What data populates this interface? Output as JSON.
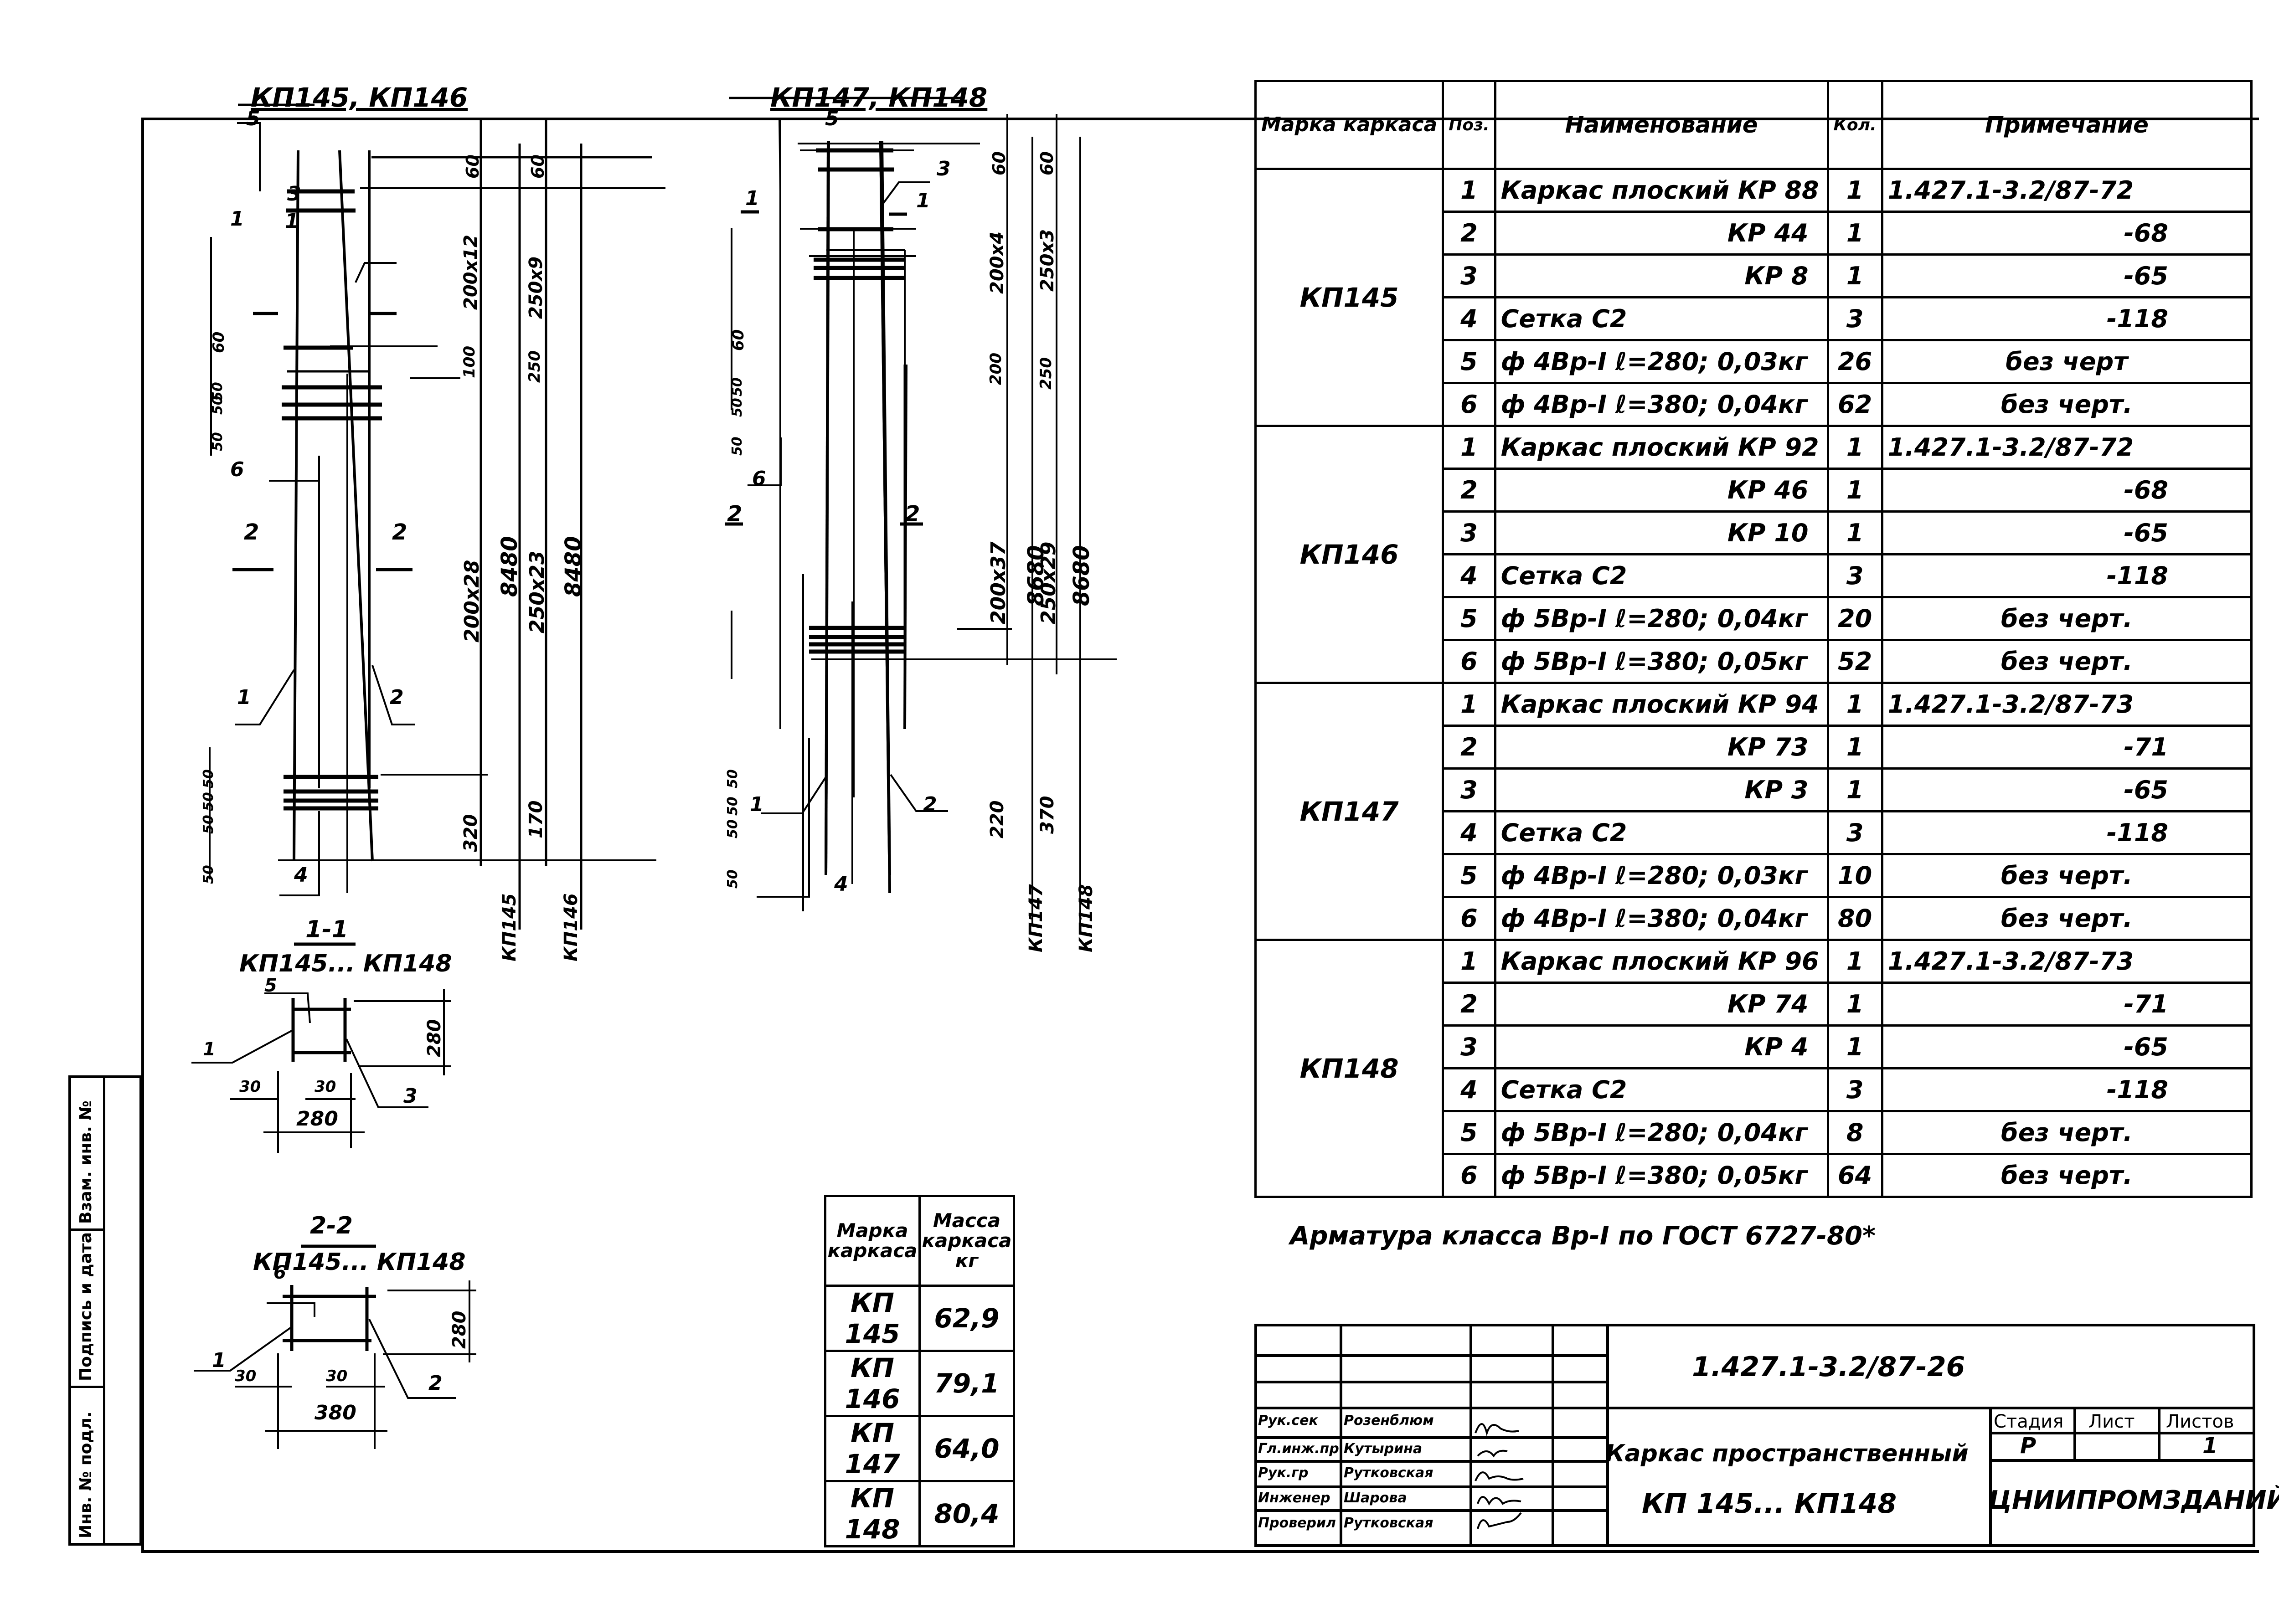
{
  "drawing_titles": {
    "left_elevation": "КП145, КП146",
    "right_elevation": "КП147, КП148",
    "section_1_title": "1-1",
    "section_1_sub": "КП145... КП148",
    "section_2_title": "2-2",
    "section_2_sub": "КП145... КП148"
  },
  "left_elevation": {
    "callouts": [
      "5",
      "3",
      "1",
      "1",
      "6",
      "2",
      "2",
      "1",
      "2",
      "4"
    ],
    "dims_top": [
      "60",
      "60"
    ],
    "dims_col1": [
      "200x12",
      "100",
      "200x28",
      "320"
    ],
    "dims_col2": [
      "8480"
    ],
    "dims_col3": [
      "250x9",
      "250",
      "250x23",
      "170"
    ],
    "dims_col4": [
      "8480"
    ],
    "dims_left_top": [
      "60",
      "50",
      "50",
      "50"
    ],
    "dims_left_bottom": [
      "50",
      "50",
      "50",
      "50"
    ],
    "bottom_labels": [
      "КП145",
      "КП146"
    ]
  },
  "right_elevation": {
    "callouts": [
      "5",
      "3",
      "1",
      "1",
      "6",
      "2",
      "2",
      "1",
      "2",
      "4"
    ],
    "dims_top": [
      "60",
      "60"
    ],
    "dims_col1": [
      "200x4",
      "200",
      "200x37",
      "220"
    ],
    "dims_col2": [
      "8680"
    ],
    "dims_col3": [
      "250x3",
      "250",
      "250x29",
      "370"
    ],
    "dims_col4": [
      "8680"
    ],
    "dims_left_top": [
      "60",
      "50",
      "50",
      "50"
    ],
    "dims_left_bottom": [
      "50",
      "50",
      "50",
      "50"
    ],
    "bottom_labels": [
      "КП147",
      "КП148"
    ]
  },
  "section_1": {
    "callouts": [
      "5",
      "1",
      "3"
    ],
    "height": "280",
    "side_offsets": [
      "30",
      "30"
    ],
    "width": "280"
  },
  "section_2": {
    "callouts": [
      "6",
      "1",
      "2"
    ],
    "height": "280",
    "side_offsets": [
      "30",
      "30"
    ],
    "width": "380"
  },
  "mass_table": {
    "headers": [
      "Марка каркаса",
      "Масса каркаса кг"
    ],
    "rows": [
      {
        "mark": "КП 145",
        "mass": "62,9"
      },
      {
        "mark": "КП 146",
        "mass": "79,1"
      },
      {
        "mark": "КП 147",
        "mass": "64,0"
      },
      {
        "mark": "КП 148",
        "mass": "80,4"
      }
    ]
  },
  "spec_table": {
    "headers": [
      "Марка каркаса",
      "Поз.",
      "Наименование",
      "Кол.",
      "Примечание"
    ],
    "groups": [
      {
        "mark": "КП145",
        "rows": [
          {
            "pos": "1",
            "name": "Каркас плоский КР 88",
            "qty": "1",
            "note": "1.427.1-3.2/87-72"
          },
          {
            "pos": "2",
            "name": "КР 44",
            "qty": "1",
            "note": "-68"
          },
          {
            "pos": "3",
            "name": "КР 8",
            "qty": "1",
            "note": "-65"
          },
          {
            "pos": "4",
            "name": "Сетка С2",
            "qty": "3",
            "note": "-118"
          },
          {
            "pos": "5",
            "name": "ф 4Вр-I  ℓ=280; 0,03кг",
            "qty": "26",
            "note": "без черт"
          },
          {
            "pos": "6",
            "name": "ф 4Вр-I  ℓ=380; 0,04кг",
            "qty": "62",
            "note": "без черт."
          }
        ]
      },
      {
        "mark": "КП146",
        "rows": [
          {
            "pos": "1",
            "name": "Каркас плоский КР 92",
            "qty": "1",
            "note": "1.427.1-3.2/87-72"
          },
          {
            "pos": "2",
            "name": "КР 46",
            "qty": "1",
            "note": "-68"
          },
          {
            "pos": "3",
            "name": "КР 10",
            "qty": "1",
            "note": "-65"
          },
          {
            "pos": "4",
            "name": "Сетка С2",
            "qty": "3",
            "note": "-118"
          },
          {
            "pos": "5",
            "name": "ф 5Вр-I  ℓ=280; 0,04кг",
            "qty": "20",
            "note": "без черт."
          },
          {
            "pos": "6",
            "name": "ф 5Вр-I  ℓ=380; 0,05кг",
            "qty": "52",
            "note": "без черт."
          }
        ]
      },
      {
        "mark": "КП147",
        "rows": [
          {
            "pos": "1",
            "name": "Каркас плоский КР 94",
            "qty": "1",
            "note": "1.427.1-3.2/87-73"
          },
          {
            "pos": "2",
            "name": "КР 73",
            "qty": "1",
            "note": "-71"
          },
          {
            "pos": "3",
            "name": "КР 3",
            "qty": "1",
            "note": "-65"
          },
          {
            "pos": "4",
            "name": "Сетка С2",
            "qty": "3",
            "note": "-118"
          },
          {
            "pos": "5",
            "name": "ф 4Вр-I  ℓ=280; 0,03кг",
            "qty": "10",
            "note": "без черт."
          },
          {
            "pos": "6",
            "name": "ф 4Вр-I  ℓ=380; 0,04кг",
            "qty": "80",
            "note": "без черт."
          }
        ]
      },
      {
        "mark": "КП148",
        "rows": [
          {
            "pos": "1",
            "name": "Каркас плоский КР 96",
            "qty": "1",
            "note": "1.427.1-3.2/87-73"
          },
          {
            "pos": "2",
            "name": "КР 74",
            "qty": "1",
            "note": "-71"
          },
          {
            "pos": "3",
            "name": "КР 4",
            "qty": "1",
            "note": "-65"
          },
          {
            "pos": "4",
            "name": "Сетка С2",
            "qty": "3",
            "note": "-118"
          },
          {
            "pos": "5",
            "name": "ф 5Вр-I  ℓ=280; 0,04кг",
            "qty": "8",
            "note": "без черт."
          },
          {
            "pos": "6",
            "name": "ф 5Вр-I  ℓ=380; 0,05кг",
            "qty": "64",
            "note": "без черт."
          }
        ]
      }
    ]
  },
  "note": "Арматура класса Вр-I по ГОСТ 6727-80*",
  "title_block": {
    "document_code": "1.427.1-3.2/87-26",
    "title_line1": "Каркас пространственный",
    "title_line2": "КП 145... КП148",
    "stage_header": "Стадия",
    "sheet_header": "Лист",
    "sheets_header": "Листов",
    "stage_value": "Р",
    "sheet_value": "",
    "sheets_value": "1",
    "organization": "ЦНИИПРОМЗДАНИЙ",
    "signatures": [
      {
        "role": "Рук.сек",
        "name": "Розенблюм"
      },
      {
        "role": "Гл.инж.пр",
        "name": "Кутырина"
      },
      {
        "role": "Рук.гр",
        "name": "Рутковская"
      },
      {
        "role": "Инженер",
        "name": "Шарова"
      },
      {
        "role": "Проверил",
        "name": "Рутковская"
      }
    ]
  },
  "side_stamp": [
    "Инв. № подл.",
    "Подпись и дата",
    "Взам. инв. №"
  ]
}
